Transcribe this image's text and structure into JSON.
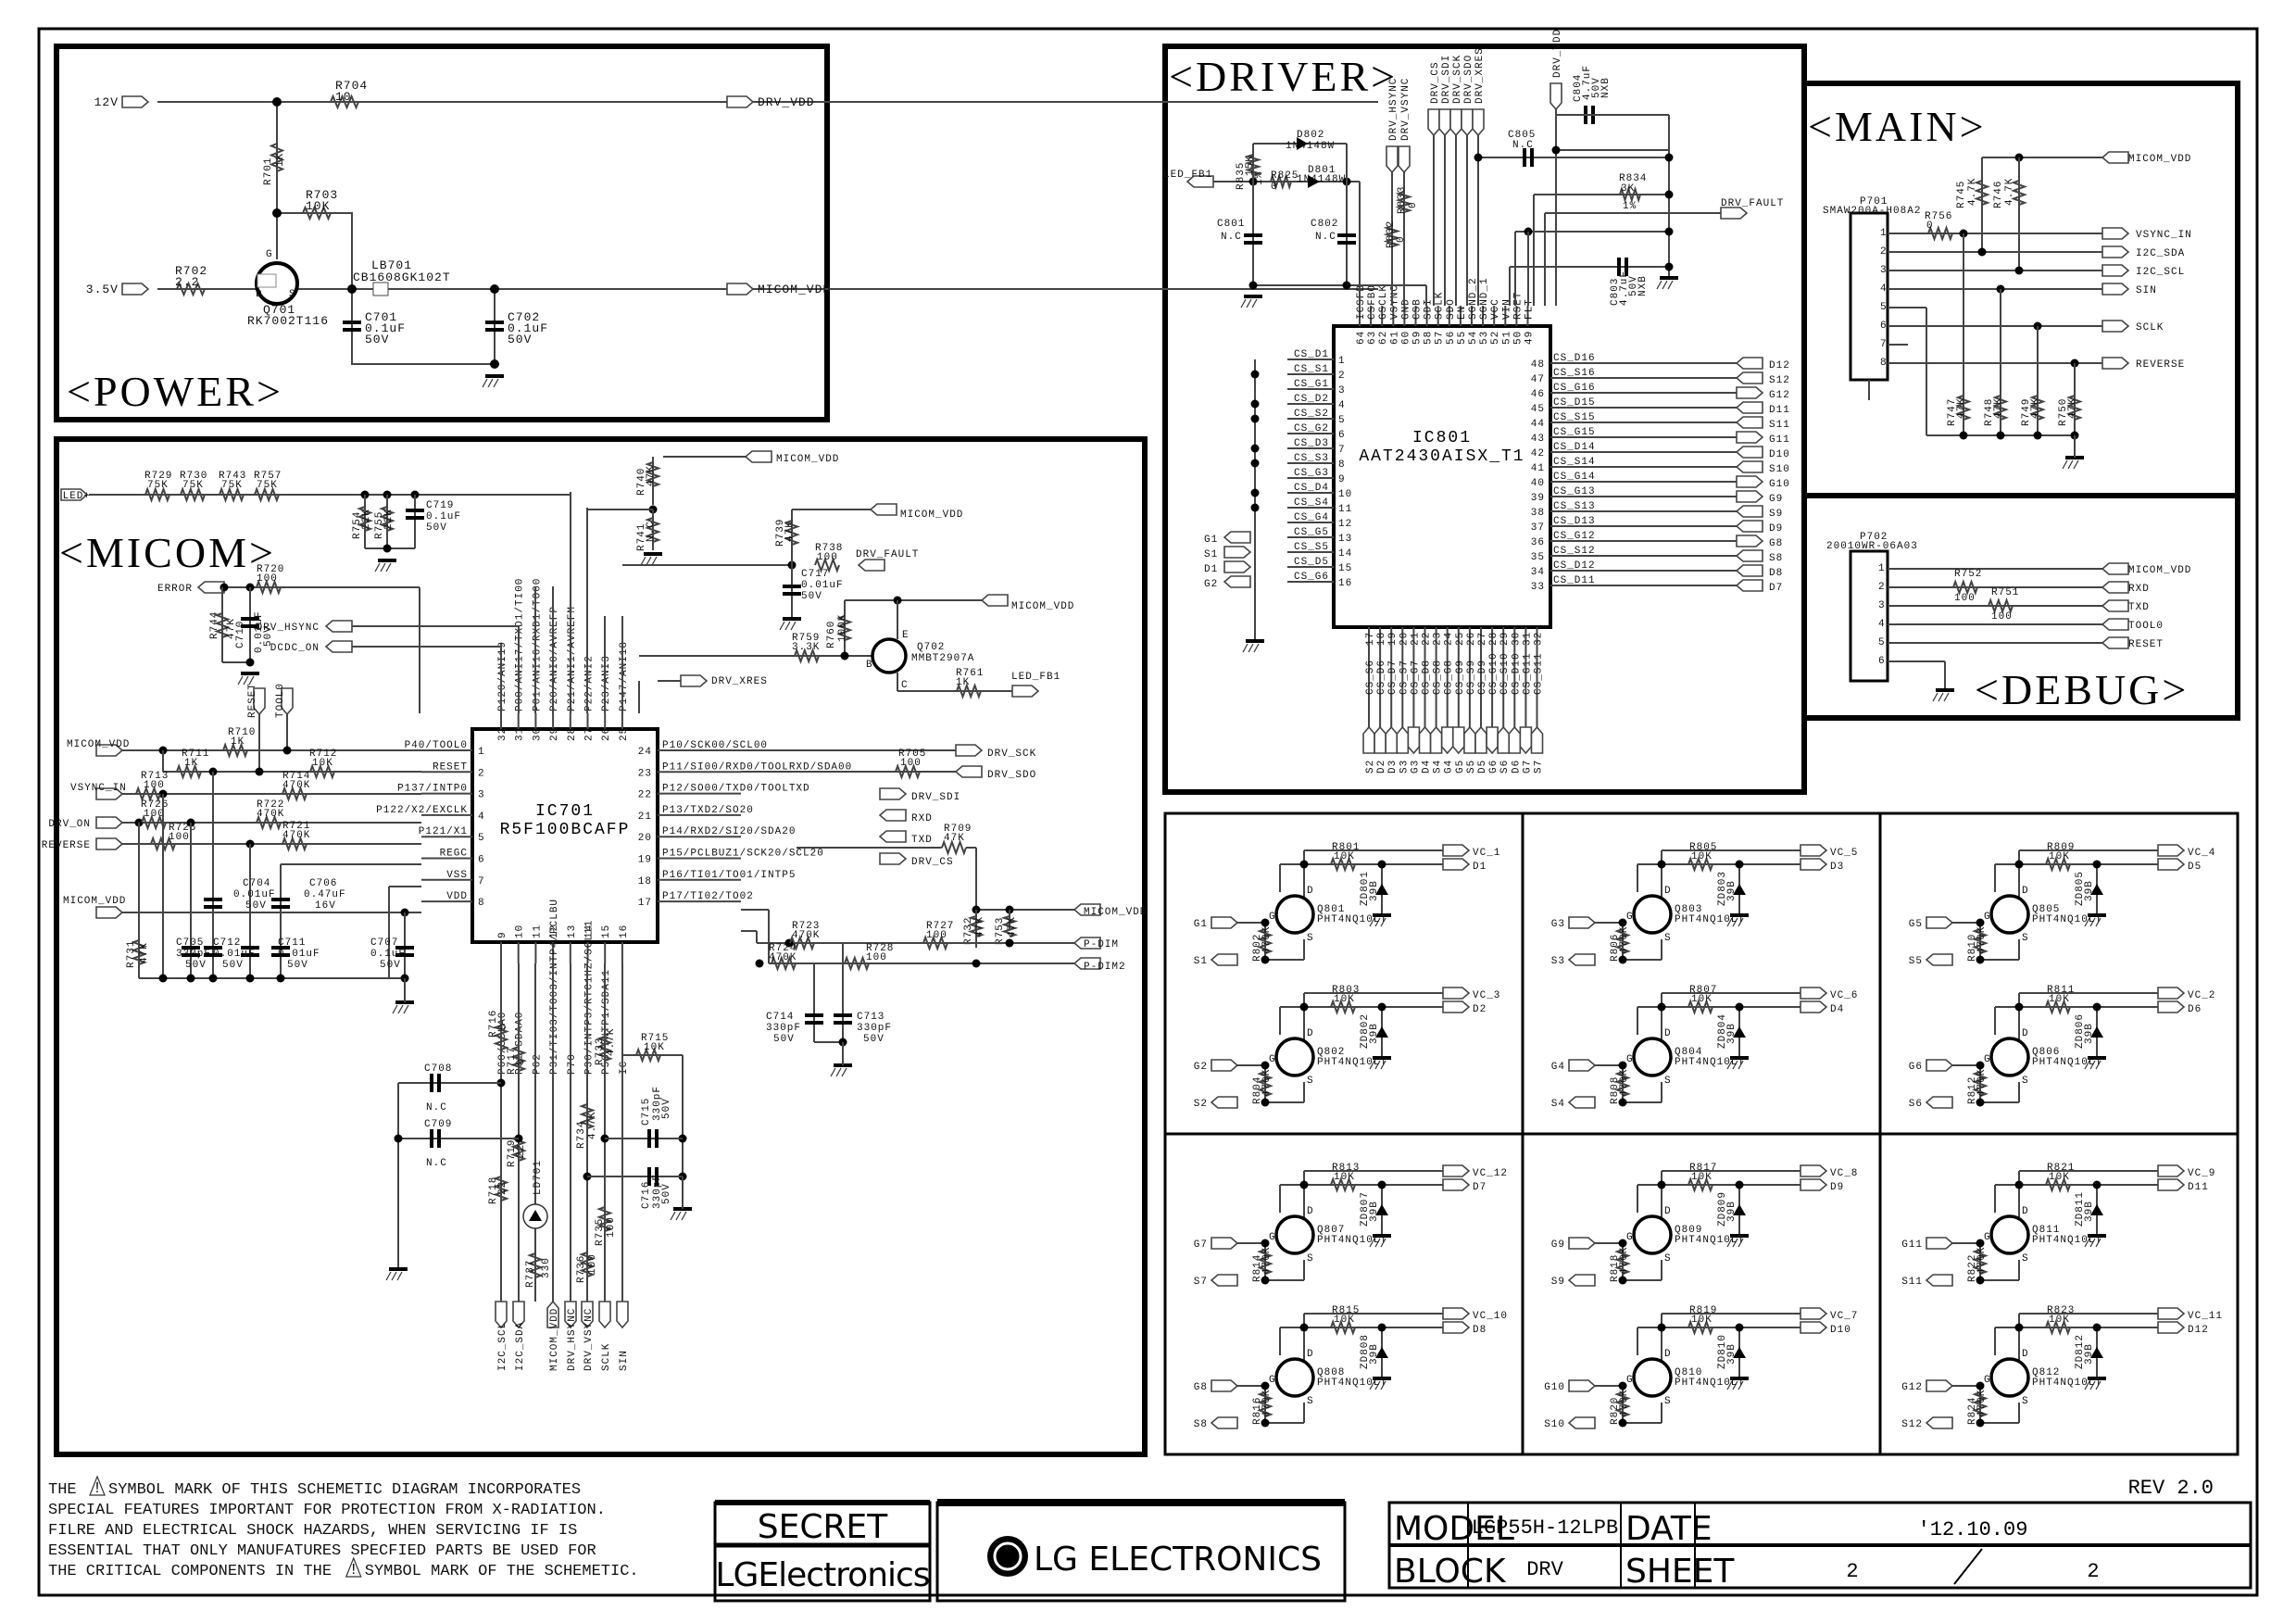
{
  "sheet": {
    "sections": {
      "power": "<POWER>",
      "micom": "<MICOM>",
      "driver": "<DRIVER>",
      "main": "<MAIN>",
      "debug": "<DEBUG>"
    }
  },
  "power": {
    "ports": [
      "12V",
      "DRV_VDD",
      "3.5V",
      "MICOM_VDD"
    ],
    "components": [
      {
        "ref": "R704",
        "value": "10"
      },
      {
        "ref": "R701",
        "value": "1K"
      },
      {
        "ref": "R703",
        "value": "10K"
      },
      {
        "ref": "R702",
        "value": "2.2"
      },
      {
        "ref": "Q701",
        "value": "RK7002T116"
      },
      {
        "ref": "LB701",
        "value": "CB1608GK102T"
      },
      {
        "ref": "C701",
        "value": "0.1uF",
        "rating": "50V"
      },
      {
        "ref": "C702",
        "value": "0.1uF",
        "rating": "50V"
      }
    ],
    "pin_labels": [
      "G",
      "D",
      "S"
    ]
  },
  "micom": {
    "ic": {
      "ref": "IC701",
      "part": "R5F100BCAFP"
    },
    "left_pins": [
      {
        "num": "1",
        "name": "P40/TOOL0"
      },
      {
        "num": "2",
        "name": "RESET"
      },
      {
        "num": "3",
        "name": "P137/INTP0"
      },
      {
        "num": "4",
        "name": "P122/X2/EXCLK"
      },
      {
        "num": "5",
        "name": "P121/X1"
      },
      {
        "num": "6",
        "name": "REGC"
      },
      {
        "num": "7",
        "name": "VSS"
      },
      {
        "num": "8",
        "name": "VDD"
      }
    ],
    "right_pins": [
      {
        "num": "24",
        "name": "P10/SCK00/SCL00"
      },
      {
        "num": "23",
        "name": "P11/SI00/RXD0/TOOLRXD/SDA00"
      },
      {
        "num": "22",
        "name": "P12/SO00/TXD0/TOOLTXD"
      },
      {
        "num": "21",
        "name": "P13/TXD2/SO20"
      },
      {
        "num": "20",
        "name": "P14/RXD2/SI20/SDA20"
      },
      {
        "num": "19",
        "name": "P15/PCLBUZ1/SCK20/SCL20"
      },
      {
        "num": "18",
        "name": "P16/TI01/TO01/INTP5"
      },
      {
        "num": "17",
        "name": "P17/TI02/TO02"
      }
    ],
    "top_pins": [
      {
        "num": "32",
        "name": "P120/ANI19"
      },
      {
        "num": "31",
        "name": "P00/ANI17/TXD1/TI00"
      },
      {
        "num": "30",
        "name": "P01/ANI16/RXD1/TO00"
      },
      {
        "num": "29",
        "name": "P20/ANI0/AVREFP"
      },
      {
        "num": "28",
        "name": "P21/ANI1/AVREFM"
      },
      {
        "num": "27",
        "name": "P22/ANI2"
      },
      {
        "num": "26",
        "name": "P23/ANI3"
      },
      {
        "num": "25",
        "name": "P147/ANI18"
      }
    ],
    "bottom_pins": [
      {
        "num": "9",
        "name": "P60/SCLA0"
      },
      {
        "num": "10",
        "name": "P61/SDAA0"
      },
      {
        "num": "11",
        "name": "P62"
      },
      {
        "num": "12",
        "name": "P31/TI03/TO03/INTP4/PCLBU"
      },
      {
        "num": "13",
        "name": "P70"
      },
      {
        "num": "14",
        "name": "P30/INTP3/RTC1HZ/SCL11"
      },
      {
        "num": "15",
        "name": "P50/INTP1/SDA11"
      },
      {
        "num": "16",
        "name": "IC"
      }
    ],
    "ports": {
      "led_plus": "LED+",
      "error": "ERROR",
      "drv_hsync": "DRV_HSYNC",
      "dcdc_on": "DCDC_ON",
      "reset": "RESET",
      "tool0": "TOOL0",
      "micom_vdd": "MICOM_VDD",
      "vsync_in": "VSYNC_IN",
      "drv_on": "DRV_ON",
      "reverse": "REVERSE",
      "drv_xres": "DRV_XRES",
      "drv_fault": "DRV_FAULT",
      "led_fb1": "LED_FB1",
      "drv_sck": "DRV_SCK",
      "drv_sdo": "DRV_SDO",
      "drv_sdi": "DRV_SDI",
      "rxd": "RXD",
      "txd": "TXD",
      "drv_cs": "DRV_CS",
      "p_dim": "P-DIM",
      "p_dim2": "P-DIM2"
    },
    "bottom_ports": [
      "I2C_SCL",
      "I2C_SDA",
      "MICOM_VDD",
      "DRV_HSYNC",
      "DRV_VSYNC",
      "SCLK",
      "SIN"
    ],
    "components": [
      {
        "ref": "R729",
        "value": "75K"
      },
      {
        "ref": "R730",
        "value": "75K"
      },
      {
        "ref": "R743",
        "value": "75K"
      },
      {
        "ref": "R757",
        "value": "75K"
      },
      {
        "ref": "R754",
        "value": "22K"
      },
      {
        "ref": "R755",
        "value": "22K"
      },
      {
        "ref": "C719",
        "value": "0.1uF",
        "rating": "50V"
      },
      {
        "ref": "R720",
        "value": "100"
      },
      {
        "ref": "R744",
        "value": "47K"
      },
      {
        "ref": "C710",
        "value": "0.01uF",
        "rating": "50V"
      },
      {
        "ref": "R740",
        "value": "47K"
      },
      {
        "ref": "R741",
        "value": "N.C"
      },
      {
        "ref": "R739",
        "value": "47K"
      },
      {
        "ref": "R738",
        "value": "100"
      },
      {
        "ref": "C717",
        "value": "0.01uF",
        "rating": "50V"
      },
      {
        "ref": "R760",
        "value": "100K"
      },
      {
        "ref": "R759",
        "value": "3.3K"
      },
      {
        "ref": "Q702",
        "value": "MMBT2907A"
      },
      {
        "ref": "R761",
        "value": "1K"
      },
      {
        "ref": "R710",
        "value": "1K"
      },
      {
        "ref": "R711",
        "value": "1K"
      },
      {
        "ref": "R712",
        "value": "10K"
      },
      {
        "ref": "R713",
        "value": "100"
      },
      {
        "ref": "R714",
        "value": "470K"
      },
      {
        "ref": "R726",
        "value": "100"
      },
      {
        "ref": "R722",
        "value": "470K"
      },
      {
        "ref": "R725",
        "value": "100"
      },
      {
        "ref": "R721",
        "value": "470K"
      },
      {
        "ref": "C704",
        "value": "0.01uF",
        "rating": "50V"
      },
      {
        "ref": "C706",
        "value": "0.47uF",
        "rating": "16V"
      },
      {
        "ref": "R731",
        "value": "47K"
      },
      {
        "ref": "C705",
        "value": "330pF",
        "rating": "50V"
      },
      {
        "ref": "C712",
        "value": "0.01uF",
        "rating": "50V"
      },
      {
        "ref": "C711",
        "value": "0.01uF",
        "rating": "50V"
      },
      {
        "ref": "C707",
        "value": "0.1uF",
        "rating": "50V"
      },
      {
        "ref": "R705",
        "value": "100"
      },
      {
        "ref": "R709",
        "value": "47K"
      },
      {
        "ref": "R723",
        "value": "470K"
      },
      {
        "ref": "R724",
        "value": "470K"
      },
      {
        "ref": "R727",
        "value": "100"
      },
      {
        "ref": "R728",
        "value": "100"
      },
      {
        "ref": "R732",
        "value": "47K"
      },
      {
        "ref": "R753",
        "value": "47K"
      },
      {
        "ref": "C714",
        "value": "330pF",
        "rating": "50V"
      },
      {
        "ref": "C713",
        "value": "330pF",
        "rating": "50V"
      },
      {
        "ref": "R716",
        "value": "0"
      },
      {
        "ref": "R717",
        "value": "0"
      },
      {
        "ref": "C708",
        "value": "N.C"
      },
      {
        "ref": "C709",
        "value": "N.C"
      },
      {
        "ref": "R719",
        "value": "22"
      },
      {
        "ref": "R718",
        "value": "22"
      },
      {
        "ref": "LD701",
        "value": ""
      },
      {
        "ref": "R737",
        "value": "330"
      },
      {
        "ref": "R734",
        "value": "4.7K"
      },
      {
        "ref": "R733",
        "value": "4.7K"
      },
      {
        "ref": "R715",
        "value": "10K"
      },
      {
        "ref": "C715",
        "value": "330pF",
        "rating": "50V"
      },
      {
        "ref": "C716",
        "value": "330pF",
        "rating": "50V"
      },
      {
        "ref": "R735",
        "value": "100"
      },
      {
        "ref": "R736",
        "value": "100"
      }
    ]
  },
  "driver": {
    "ic": {
      "ref": "IC801",
      "part": "AAT2430AISX_T1"
    },
    "top_pins": [
      {
        "num": "64",
        "name": "ICSFB"
      },
      {
        "num": "63",
        "name": "CSFBO"
      },
      {
        "num": "62",
        "name": "GSCLK"
      },
      {
        "num": "61",
        "name": "VSYNC"
      },
      {
        "num": "60",
        "name": "GND"
      },
      {
        "num": "59",
        "name": "CSB"
      },
      {
        "num": "58",
        "name": "SDI"
      },
      {
        "num": "57",
        "name": "SCLK"
      },
      {
        "num": "56",
        "name": "SDO"
      },
      {
        "num": "55",
        "name": "EN"
      },
      {
        "num": "54",
        "name": "SGND_2"
      },
      {
        "num": "53",
        "name": "SGND_1"
      },
      {
        "num": "52",
        "name": "VCC"
      },
      {
        "num": "51",
        "name": "VIN"
      },
      {
        "num": "50",
        "name": "RSET"
      },
      {
        "num": "49",
        "name": "FLT"
      }
    ],
    "left_pins": [
      {
        "num": "1",
        "name": "CS_D1"
      },
      {
        "num": "2",
        "name": "CS_S1"
      },
      {
        "num": "3",
        "name": "CS_G1"
      },
      {
        "num": "4",
        "name": "CS_D2"
      },
      {
        "num": "5",
        "name": "CS_S2"
      },
      {
        "num": "6",
        "name": "CS_G2"
      },
      {
        "num": "7",
        "name": "CS_D3"
      },
      {
        "num": "8",
        "name": "CS_S3"
      },
      {
        "num": "9",
        "name": "CS_G3"
      },
      {
        "num": "10",
        "name": "CS_D4"
      },
      {
        "num": "11",
        "name": "CS_S4"
      },
      {
        "num": "12",
        "name": "CS_G4"
      },
      {
        "num": "13",
        "name": "CS_G5"
      },
      {
        "num": "14",
        "name": "CS_S5"
      },
      {
        "num": "15",
        "name": "CS_D5"
      },
      {
        "num": "16",
        "name": "CS_G6"
      }
    ],
    "left_ports": [
      {
        "pin": 13,
        "label": "G1"
      },
      {
        "pin": 14,
        "label": "S1"
      },
      {
        "pin": 15,
        "label": "D1"
      },
      {
        "pin": 16,
        "label": "G2"
      }
    ],
    "right_pins": [
      {
        "num": "48",
        "name": "CS_D16",
        "port": "D12"
      },
      {
        "num": "47",
        "name": "CS_S16",
        "port": "S12"
      },
      {
        "num": "46",
        "name": "CS_G16",
        "port": "G12"
      },
      {
        "num": "45",
        "name": "CS_D15",
        "port": "D11"
      },
      {
        "num": "44",
        "name": "CS_S15",
        "port": "S11"
      },
      {
        "num": "43",
        "name": "CS_G15",
        "port": "G11"
      },
      {
        "num": "42",
        "name": "CS_D14",
        "port": "D10"
      },
      {
        "num": "41",
        "name": "CS_S14",
        "port": "S10"
      },
      {
        "num": "40",
        "name": "CS_G14",
        "port": "G10"
      },
      {
        "num": "39",
        "name": "CS_G13",
        "port": "G9"
      },
      {
        "num": "38",
        "name": "CS_S13",
        "port": "S9"
      },
      {
        "num": "37",
        "name": "CS_D13",
        "port": "D9"
      },
      {
        "num": "36",
        "name": "CS_G12",
        "port": "G8"
      },
      {
        "num": "35",
        "name": "CS_S12",
        "port": "S8"
      },
      {
        "num": "34",
        "name": "CS_D12",
        "port": "D8"
      },
      {
        "num": "33",
        "name": "CS_D11",
        "port": "D7"
      }
    ],
    "bottom_pins": [
      {
        "num": "17",
        "name": "CS_S6",
        "port": "S2"
      },
      {
        "num": "18",
        "name": "CS_D6",
        "port": "D2"
      },
      {
        "num": "19",
        "name": "CS_D7",
        "port": "D3"
      },
      {
        "num": "20",
        "name": "CS_S7",
        "port": "S3"
      },
      {
        "num": "21",
        "name": "CS_G7",
        "port": "G3"
      },
      {
        "num": "22",
        "name": "CS_D8",
        "port": "D4"
      },
      {
        "num": "23",
        "name": "CS_S8",
        "port": "S4"
      },
      {
        "num": "24",
        "name": "CS_G8",
        "port": "G4"
      },
      {
        "num": "25",
        "name": "CS_G9",
        "port": "G5"
      },
      {
        "num": "26",
        "name": "CS_S9",
        "port": "S5"
      },
      {
        "num": "27",
        "name": "CS_D9",
        "port": "D5"
      },
      {
        "num": "28",
        "name": "CS_G10",
        "port": "G6"
      },
      {
        "num": "29",
        "name": "CS_S10",
        "port": "S6"
      },
      {
        "num": "30",
        "name": "CS_D10",
        "port": "D6"
      },
      {
        "num": "31",
        "name": "CS_G11",
        "port": "G7"
      },
      {
        "num": "32",
        "name": "CS_S11",
        "port": "S7"
      }
    ],
    "top_ports": [
      "DRV_HSYNC",
      "DRV_VSYNC",
      "DRV_CS",
      "DRV_SDI",
      "DRV_SCK",
      "DRV_SDO",
      "DRV_XRES",
      "DRV_VDD"
    ],
    "ports": {
      "led_fb1": "LED_FB1",
      "drv_fault": "DRV_FAULT"
    },
    "components": [
      {
        "ref": "D802",
        "value": "1N4148W"
      },
      {
        "ref": "D801",
        "value": "1N4148W"
      },
      {
        "ref": "R835",
        "value": "15K",
        "tol": "1%"
      },
      {
        "ref": "R825",
        "value": "0"
      },
      {
        "ref": "C801",
        "value": "N.C"
      },
      {
        "ref": "C802",
        "value": "N.C"
      },
      {
        "ref": "R832",
        "value": "0"
      },
      {
        "ref": "R833",
        "value": "0"
      },
      {
        "ref": "C805",
        "value": "N.C"
      },
      {
        "ref": "C804",
        "value": "4.7uF",
        "rating": "50V",
        "type": "NXB"
      },
      {
        "ref": "R834",
        "value": "3K",
        "tol": "1%"
      },
      {
        "ref": "C803",
        "value": "4.7uF",
        "rating": "50V",
        "type": "NXB"
      }
    ]
  },
  "main": {
    "connector": {
      "ref": "P701",
      "part": "SMAW200A-H08A2"
    },
    "signals": [
      "MICOM_VDD",
      "VSYNC_IN",
      "I2C_SDA",
      "I2C_SCL",
      "SIN",
      "SCLK",
      "REVERSE"
    ],
    "components": [
      {
        "ref": "R756",
        "value": "0"
      },
      {
        "ref": "R745",
        "value": "4.7K"
      },
      {
        "ref": "R746",
        "value": "4.7K"
      },
      {
        "ref": "R747",
        "value": "47K"
      },
      {
        "ref": "R748",
        "value": "47K"
      },
      {
        "ref": "R749",
        "value": "47K"
      },
      {
        "ref": "R750",
        "value": "47K"
      }
    ]
  },
  "debug": {
    "connector": {
      "ref": "P702",
      "part": "20010WR-06A03"
    },
    "signals": [
      "MICOM_VDD",
      "RXD",
      "TXD",
      "TOOL0",
      "RESET"
    ],
    "components": [
      {
        "ref": "R752",
        "value": "100"
      },
      {
        "ref": "R751",
        "value": "100"
      }
    ]
  },
  "mosfets": [
    {
      "q": "Q801",
      "part": "PHT4NQ10LT",
      "r_drain": "R801",
      "r_gate": "R802",
      "zd": "ZD801",
      "vc": "VC_1",
      "d": "D1",
      "g": "G1",
      "s": "S1"
    },
    {
      "q": "Q802",
      "part": "PHT4NQ10LT",
      "r_drain": "R803",
      "r_gate": "R804",
      "zd": "ZD802",
      "vc": "VC_3",
      "d": "D2",
      "g": "G2",
      "s": "S2"
    },
    {
      "q": "Q803",
      "part": "PHT4NQ10LT",
      "r_drain": "R805",
      "r_gate": "R806",
      "zd": "ZD803",
      "vc": "VC_5",
      "d": "D3",
      "g": "G3",
      "s": "S3"
    },
    {
      "q": "Q804",
      "part": "PHT4NQ10LT",
      "r_drain": "R807",
      "r_gate": "R808",
      "zd": "ZD804",
      "vc": "VC_6",
      "d": "D4",
      "g": "G4",
      "s": "S4"
    },
    {
      "q": "Q805",
      "part": "PHT4NQ10LT",
      "r_drain": "R809",
      "r_gate": "R810",
      "zd": "ZD805",
      "vc": "VC_4",
      "d": "D5",
      "g": "G5",
      "s": "S5"
    },
    {
      "q": "Q806",
      "part": "PHT4NQ10LT",
      "r_drain": "R811",
      "r_gate": "R812",
      "zd": "ZD806",
      "vc": "VC_2",
      "d": "D6",
      "g": "G6",
      "s": "S6"
    },
    {
      "q": "Q807",
      "part": "PHT4NQ10LT",
      "r_drain": "R813",
      "r_gate": "R814",
      "zd": "ZD807",
      "vc": "VC_12",
      "d": "D7",
      "g": "G7",
      "s": "S7"
    },
    {
      "q": "Q808",
      "part": "PHT4NQ10LT",
      "r_drain": "R815",
      "r_gate": "R816",
      "zd": "ZD808",
      "vc": "VC_10",
      "d": "D8",
      "g": "G8",
      "s": "S8"
    },
    {
      "q": "Q809",
      "part": "PHT4NQ10LT",
      "r_drain": "R817",
      "r_gate": "R818",
      "zd": "ZD809",
      "vc": "VC_8",
      "d": "D9",
      "g": "G9",
      "s": "S9"
    },
    {
      "q": "Q810",
      "part": "PHT4NQ10LT",
      "r_drain": "R819",
      "r_gate": "R820",
      "zd": "ZD810",
      "vc": "VC_7",
      "d": "D10",
      "g": "G10",
      "s": "S10"
    },
    {
      "q": "Q811",
      "part": "PHT4NQ10LT",
      "r_drain": "R821",
      "r_gate": "R822",
      "zd": "ZD811",
      "vc": "VC_9",
      "d": "D11",
      "g": "G11",
      "s": "S11"
    },
    {
      "q": "Q812",
      "part": "PHT4NQ10LT",
      "r_drain": "R823",
      "r_gate": "R824",
      "zd": "ZD812",
      "vc": "VC_11",
      "d": "D12",
      "g": "G12",
      "s": "S12"
    }
  ],
  "mosfet_values": {
    "r_drain": "10K",
    "r_gate": "470K",
    "zd": "39B"
  },
  "footer": {
    "note_lines": [
      "THE {!} SYMBOL MARK OF THIS SCHEMETIC DIAGRAM INCORPORATES",
      "SPECIAL FEATURES IMPORTANT FOR PROTECTION FROM X-RADIATION.",
      "FILRE AND ELECTRICAL SHOCK HAZARDS, WHEN SERVICING IF IS",
      "ESSENTIAL THAT ONLY MANUFATURES SPECFIED PARTS BE USED FOR",
      "THE CRITICAL COMPONENTS IN THE {!} SYMBOL MARK OF THE SCHEMETIC."
    ],
    "secret": "SECRET",
    "lg_small": "LGElectronics",
    "lg_logo_text": "LG ELECTRONICS",
    "rev": "REV 2.0",
    "model_label": "MODEL",
    "model": "LGP55H-12LPB",
    "date_label": "DATE",
    "date": "'12.10.09",
    "block_label": "BLOCK",
    "block": "DRV",
    "sheet_label": "SHEET",
    "sheet_current": "2",
    "sheet_total": "2"
  }
}
